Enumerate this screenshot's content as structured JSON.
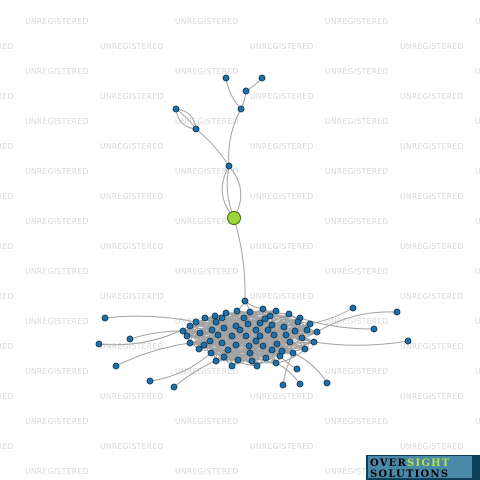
{
  "watermark": {
    "text": "UNREGISTERED",
    "color": "#d8d8d8"
  },
  "logo": {
    "line1_part1": "OVER",
    "line1_part2": "SIGHT",
    "line2": "SOLUTIONS",
    "colors": {
      "background": "#0e3f5a",
      "text": "#000000",
      "accent": "#b8e04a",
      "highlight": "#7fd1f2"
    }
  },
  "graph": {
    "node_color": "#1f6fa8",
    "focus_node_color": "#9dd53a",
    "edge_color": "#a3a3a3"
  }
}
